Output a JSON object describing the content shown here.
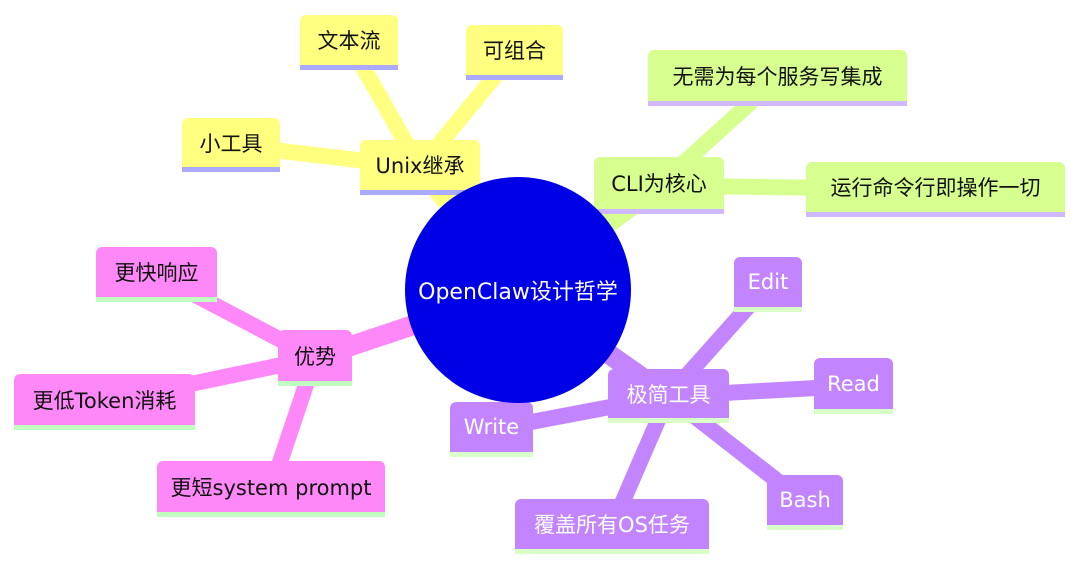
{
  "colors": {
    "center": "#0000E6",
    "center_text": "#FFFFFF",
    "yellow": "#FFFF80",
    "yellow_stripe": "#AAAAFF",
    "green": "#D6FF8F",
    "green_stripe": "#D0B8FF",
    "pink": "#FF88F8",
    "pink_stripe": "#C0FFC0",
    "purple": "#C385FF",
    "purple_stripe": "#D8FFC8",
    "dark_text": "#111111",
    "light_text": "#FFFFFF"
  },
  "center": {
    "label": "OpenClaw设计哲学"
  },
  "branches": [
    {
      "label": "Unix继承",
      "theme": "yellow",
      "children": [
        "小工具",
        "文本流",
        "可组合"
      ]
    },
    {
      "label": "CLI为核心",
      "theme": "green",
      "children": [
        "无需为每个服务写集成",
        "运行命令行即操作一切"
      ]
    },
    {
      "label": "优势",
      "theme": "pink",
      "children": [
        "更快响应",
        "更低Token消耗",
        "更短system prompt"
      ]
    },
    {
      "label": "极简工具",
      "theme": "purple",
      "children": [
        "Edit",
        "Read",
        "Write",
        "Bash",
        "覆盖所有OS任务"
      ]
    }
  ]
}
